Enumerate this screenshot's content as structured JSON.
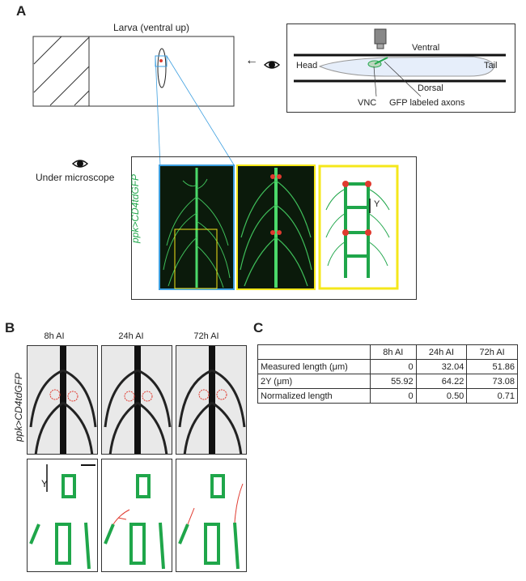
{
  "panels": {
    "a": "A",
    "b": "B",
    "c": "C"
  },
  "panel_a": {
    "larva_label": "Larva (ventral up)",
    "under_microscope": "Under microscope",
    "genotype": "ppk>CD4tdGFP",
    "inset_axis_label": "Y",
    "side_view": {
      "ventral": "Ventral",
      "dorsal": "Dorsal",
      "head": "Head",
      "tail": "Tail",
      "vnc": "VNC",
      "gfp_axons": "GFP labeled axons"
    },
    "colors": {
      "blue_frame": "#3d9fe0",
      "yellow_frame": "#f5e71a",
      "neuron_green": "#1fa64a",
      "soma_red": "#e03a2f"
    }
  },
  "panel_b": {
    "genotype": "ppk>CD4tdGFP",
    "timepoints": [
      "8h AI",
      "24h AI",
      "72h AI"
    ],
    "axis_label": "Y"
  },
  "panel_c": {
    "headers": [
      "",
      "8h AI",
      "24h AI",
      "72h AI"
    ],
    "rows": [
      {
        "label": "Measured length (μm)",
        "values": [
          "0",
          "32.04",
          "51.86"
        ]
      },
      {
        "label": "2Y (μm)",
        "values": [
          "55.92",
          "64.22",
          "73.08"
        ]
      },
      {
        "label": "Normalized length",
        "values": [
          "0",
          "0.50",
          "0.71"
        ]
      }
    ]
  }
}
